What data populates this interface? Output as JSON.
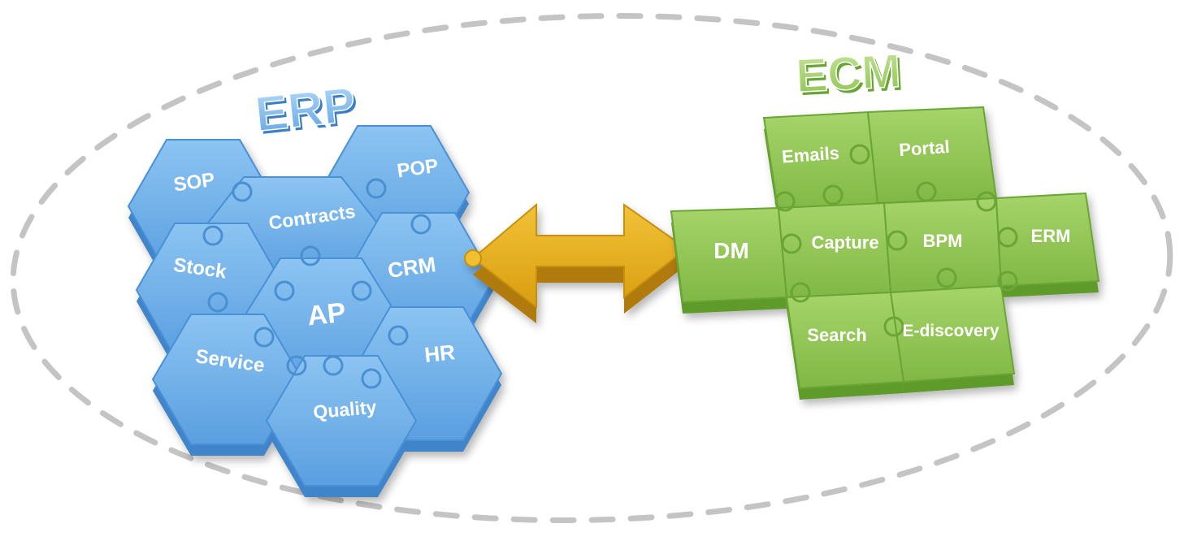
{
  "erp": {
    "title": "ERP",
    "color": "#6aaee8",
    "modules": {
      "sop": "SOP",
      "pop": "POP",
      "contracts": "Contracts",
      "stock": "Stock",
      "crm": "CRM",
      "ap": "AP",
      "service": "Service",
      "hr": "HR",
      "quality": "Quality"
    }
  },
  "ecm": {
    "title": "ECM",
    "color": "#8cc250",
    "modules": {
      "emails": "Emails",
      "portal": "Portal",
      "dm": "DM",
      "capture": "Capture",
      "bpm": "BPM",
      "erm": "ERM",
      "search": "Search",
      "ediscovery": "E-discovery"
    }
  },
  "connector": {
    "color": "#e6b020"
  }
}
